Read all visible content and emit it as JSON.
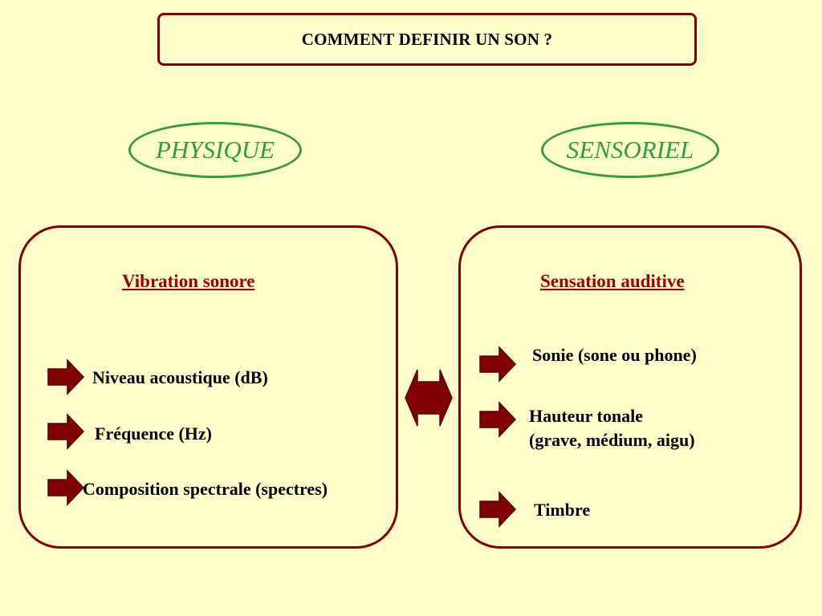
{
  "title": "COMMENT DEFINIR UN SON ?",
  "left": {
    "label": "PHYSIQUE",
    "heading": "Vibration sonore",
    "items": [
      "Niveau acoustique (dB)",
      "Fréquence (Hz)",
      "Composition spectrale (spectres)"
    ]
  },
  "right": {
    "label": "SENSORIEL",
    "heading": "Sensation auditive",
    "items": [
      {
        "line1": "Sonie (sone ou phone)"
      },
      {
        "line1": "Hauteur tonale",
        "line2": "(grave, médium, aigu)"
      },
      {
        "line1": "Timbre"
      }
    ]
  },
  "colors": {
    "background": "#FFFFCC",
    "frame": "#800000",
    "arrow_fill": "#800000",
    "ellipse": "#3A9A3A",
    "heading": "#A00000"
  },
  "icons": {
    "bullet": "right-arrow-icon",
    "center": "double-arrow-icon"
  }
}
